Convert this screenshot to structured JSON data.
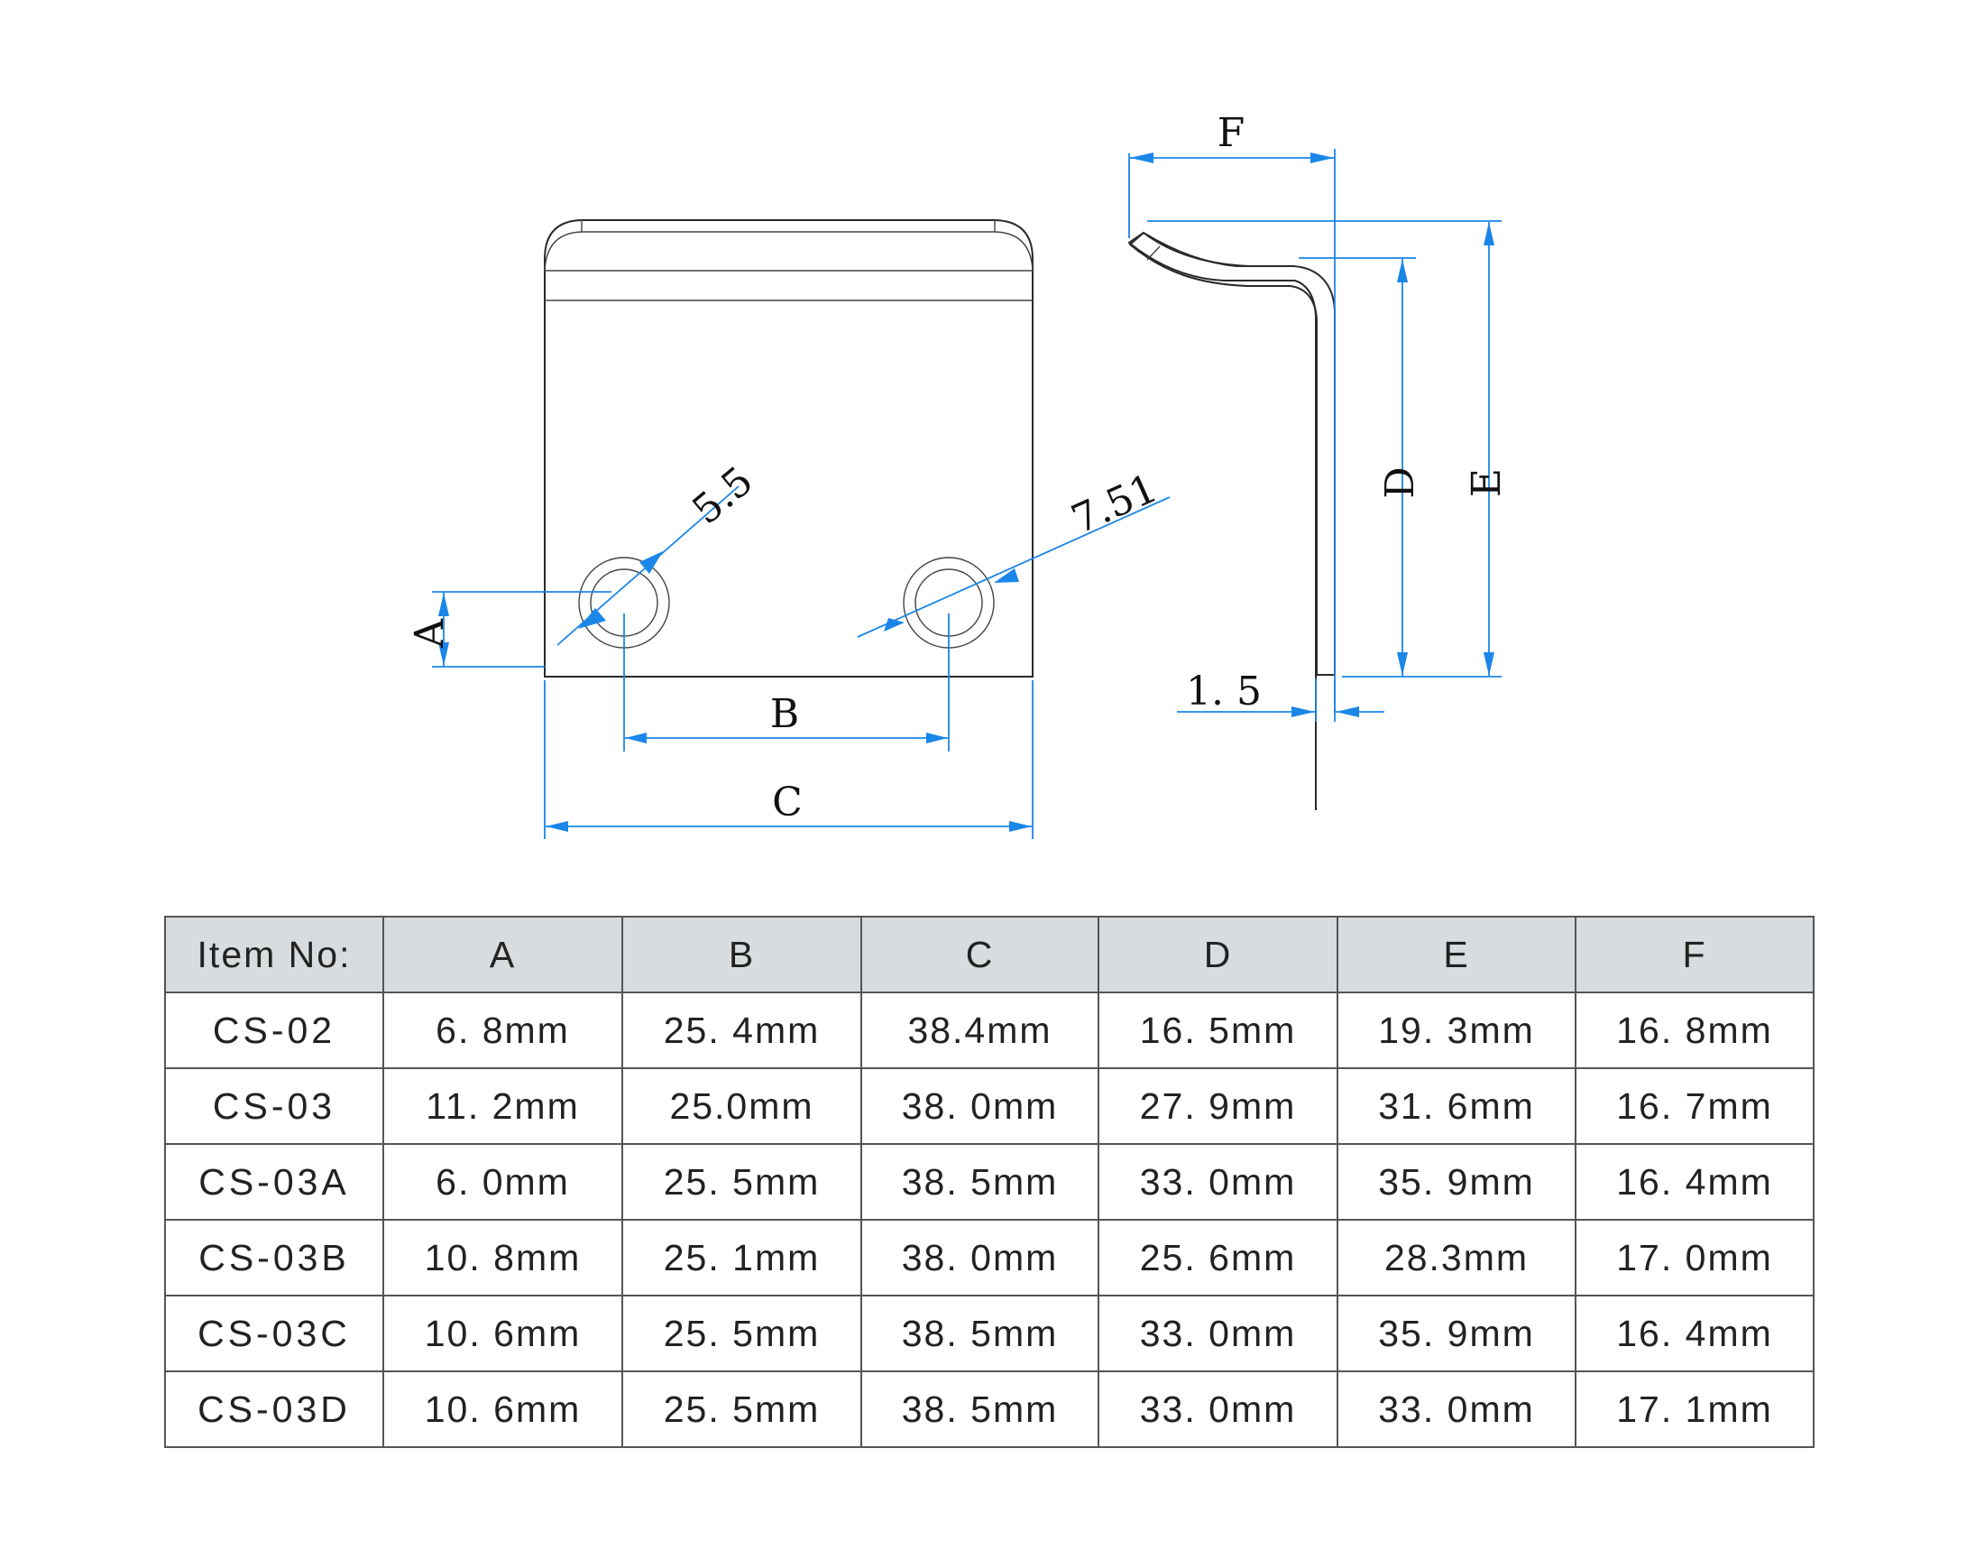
{
  "drawing": {
    "front_view": {
      "hole_diameter_label": "5.5",
      "counterbore_diameter_label": "7.51",
      "dim_labels": {
        "A": "A",
        "B": "B",
        "C": "C"
      }
    },
    "side_view": {
      "thickness_label": "1. 5",
      "dim_labels": {
        "D": "D",
        "E": "E",
        "F": "F"
      }
    },
    "dimension_color": "#1a86e8",
    "outline_color": "#2a2a2a"
  },
  "table": {
    "header_bg": "#d8dcde",
    "columns": [
      "Item No:",
      "A",
      "B",
      "C",
      "D",
      "E",
      "F"
    ],
    "rows": [
      [
        "CS-02",
        "6. 8mm",
        "25. 4mm",
        "38.4mm",
        "16. 5mm",
        "19. 3mm",
        "16. 8mm"
      ],
      [
        "CS-03",
        "11. 2mm",
        "25.0mm",
        "38. 0mm",
        "27. 9mm",
        "31. 6mm",
        "16. 7mm"
      ],
      [
        "CS-03A",
        "6. 0mm",
        "25. 5mm",
        "38. 5mm",
        "33. 0mm",
        "35. 9mm",
        "16. 4mm"
      ],
      [
        "CS-03B",
        "10. 8mm",
        "25. 1mm",
        "38. 0mm",
        "25. 6mm",
        "28.3mm",
        "17. 0mm"
      ],
      [
        "CS-03C",
        "10. 6mm",
        "25. 5mm",
        "38. 5mm",
        "33. 0mm",
        "35. 9mm",
        "16. 4mm"
      ],
      [
        "CS-03D",
        "10. 6mm",
        "25. 5mm",
        "38. 5mm",
        "33. 0mm",
        "33. 0mm",
        "17. 1mm"
      ]
    ]
  }
}
